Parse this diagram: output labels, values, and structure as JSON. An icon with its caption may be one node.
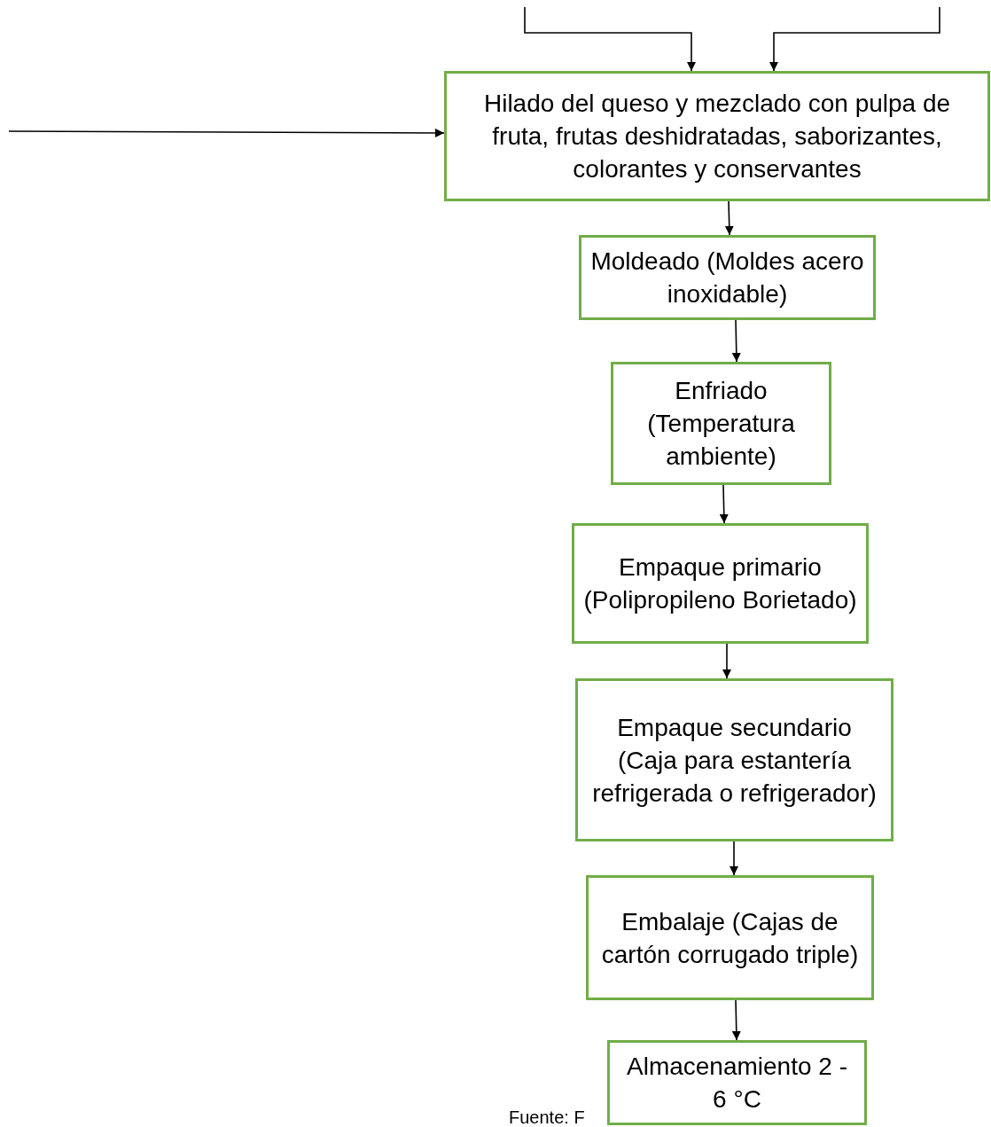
{
  "diagram": {
    "nodes": [
      {
        "text": [
          "Hilado del queso y mezclado con pulpa de fruta, frutas deshidratadas, saborizantes, colorantes y conservantes"
        ]
      },
      {
        "text": [
          "Moldeado (Moldes acero inoxidable)"
        ]
      },
      {
        "text": [
          "Enfriado (Temperatura ambiente)"
        ]
      },
      {
        "text": [
          "Empaque primario (Polipropileno Borietado)"
        ]
      },
      {
        "text": [
          "Empaque secundario (Caja para estantería refrigerada o refrigerador)"
        ]
      },
      {
        "text": [
          "Embalaje (Cajas de cartón corrugado triple)"
        ]
      },
      {
        "text": [
          "Almacenamiento 2 - 6 °C"
        ]
      }
    ],
    "edges": [
      {
        "from": null,
        "to": 0,
        "arrow": "to"
      },
      {
        "from": null,
        "to": 0,
        "arrow": "to"
      },
      {
        "from": null,
        "to": 0,
        "arrow": "to"
      },
      {
        "from": 0,
        "to": 1,
        "arrow": "to"
      },
      {
        "from": 1,
        "to": 2,
        "arrow": "to"
      },
      {
        "from": 2,
        "to": 3,
        "arrow": "to"
      },
      {
        "from": 3,
        "to": 4,
        "arrow": "to"
      },
      {
        "from": 4,
        "to": 5,
        "arrow": "to"
      },
      {
        "from": 5,
        "to": 6,
        "arrow": "to"
      }
    ],
    "labels": [
      "Fuente: F"
    ]
  }
}
